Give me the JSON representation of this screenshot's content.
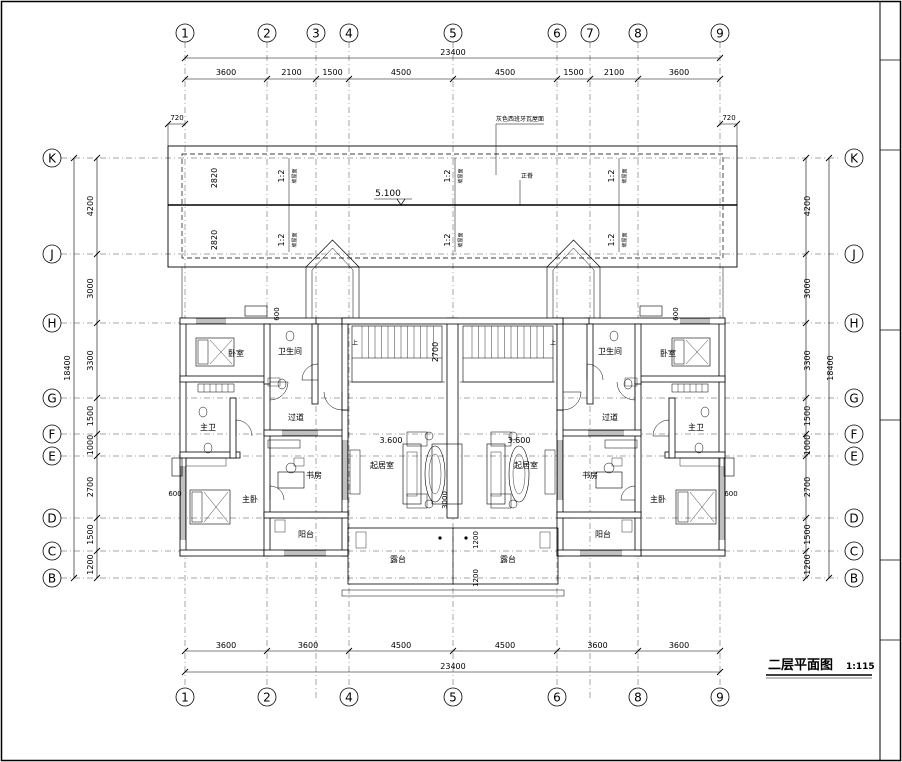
{
  "drawing": {
    "title": "二层平面图",
    "scale": "1:115"
  },
  "axes": {
    "top": [
      "1",
      "2",
      "3",
      "4",
      "5",
      "6",
      "7",
      "8",
      "9"
    ],
    "bottom": [
      "1",
      "2",
      "4",
      "5",
      "6",
      "8",
      "9"
    ],
    "rows": [
      "K",
      "J",
      "H",
      "G",
      "F",
      "E",
      "D",
      "C",
      "B"
    ]
  },
  "dimensions": {
    "overall_top": "23400",
    "overall_bottom": "23400",
    "top_segments": [
      "3600",
      "2100",
      "1500",
      "4500",
      "4500",
      "1500",
      "2100",
      "3600"
    ],
    "bottom_segments": [
      "3600",
      "3600",
      "4500",
      "4500",
      "3600",
      "3600"
    ],
    "eave_left": "720",
    "eave_right": "720",
    "left_total": "18400",
    "right_total": "18400",
    "row_segments": [
      "4200",
      "3000",
      "3300",
      "1500",
      "1000",
      "2700",
      "1500",
      "1200"
    ],
    "roof_half": [
      "2820",
      "2820"
    ],
    "misc": [
      "600",
      "600",
      "600",
      "2700",
      "3000",
      "1200",
      "1200"
    ]
  },
  "roof": {
    "tile_note": "灰色西班牙瓦屋面",
    "ridge": "正脊",
    "slope": "1:2",
    "slope_note": "坡屋面",
    "elevation": "5.100"
  },
  "rooms": {
    "bath_upper": "卫生间",
    "bedroom_upper": "卧室",
    "master_bath": "主卫",
    "corridor": "过道",
    "study": "书房",
    "master_bedroom": "主卧",
    "balcony": "阳台",
    "living": "起居室",
    "terrace": "露台",
    "floor_elev": "3.600",
    "stair_up": "上"
  }
}
